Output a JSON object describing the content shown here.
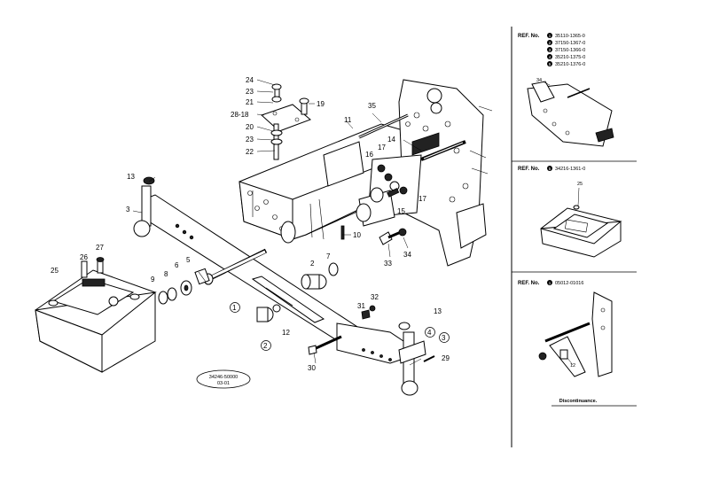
{
  "callouts": [
    {
      "id": "c24",
      "text": "24"
    },
    {
      "id": "c23a",
      "text": "23"
    },
    {
      "id": "c21",
      "text": "21"
    },
    {
      "id": "c2818",
      "text": "28-18"
    },
    {
      "id": "c20",
      "text": "20"
    },
    {
      "id": "c23b",
      "text": "23"
    },
    {
      "id": "c22",
      "text": "22"
    },
    {
      "id": "c19",
      "text": "19"
    },
    {
      "id": "c35",
      "text": "35"
    },
    {
      "id": "c11",
      "text": "11"
    },
    {
      "id": "c14",
      "text": "14"
    },
    {
      "id": "c17a",
      "text": "17"
    },
    {
      "id": "c16",
      "text": "16"
    },
    {
      "id": "c15",
      "text": "15"
    },
    {
      "id": "c17b",
      "text": "17"
    },
    {
      "id": "c13a",
      "text": "13"
    },
    {
      "id": "c3",
      "text": "3"
    },
    {
      "id": "c10",
      "text": "10"
    },
    {
      "id": "c7",
      "text": "7"
    },
    {
      "id": "c33",
      "text": "33"
    },
    {
      "id": "c34",
      "text": "34"
    },
    {
      "id": "c27",
      "text": "27"
    },
    {
      "id": "c26",
      "text": "26"
    },
    {
      "id": "c25",
      "text": "25"
    },
    {
      "id": "c5",
      "text": "5"
    },
    {
      "id": "c6",
      "text": "6"
    },
    {
      "id": "c8",
      "text": "8"
    },
    {
      "id": "c9",
      "text": "9"
    },
    {
      "id": "c1",
      "text": "1"
    },
    {
      "id": "c2a",
      "text": "2"
    },
    {
      "id": "c2b",
      "text": "2"
    },
    {
      "id": "c12",
      "text": "12"
    },
    {
      "id": "c32",
      "text": "32"
    },
    {
      "id": "c31",
      "text": "31"
    },
    {
      "id": "c13b",
      "text": "13"
    },
    {
      "id": "c4",
      "text": "4"
    },
    {
      "id": "c3b",
      "text": "3"
    },
    {
      "id": "c29",
      "text": "29"
    },
    {
      "id": "c30",
      "text": "30"
    }
  ],
  "catalog_stamp": {
    "line1": "34246-50000",
    "line2": "03-01"
  },
  "ref_panels": [
    {
      "title": "REF. No.",
      "entries": [
        {
          "mark": "1",
          "code": "35110-1365-0"
        },
        {
          "mark": "2",
          "code": "37150-1367-0"
        },
        {
          "mark": "3",
          "code": "37150-1366-0"
        },
        {
          "mark": "4",
          "code": "35210-1375-0"
        },
        {
          "mark": "5",
          "code": "35210-1376-0"
        }
      ],
      "inset_label": "34"
    },
    {
      "title": "REF. No.",
      "entries": [
        {
          "mark": "5",
          "code": "34216-1361-0"
        }
      ],
      "inset_label": "25"
    },
    {
      "title": "REF. No.",
      "entries": [
        {
          "mark": "1",
          "code": "05012-01016"
        }
      ],
      "inset_label": "12",
      "note": "Discontinuance."
    }
  ]
}
